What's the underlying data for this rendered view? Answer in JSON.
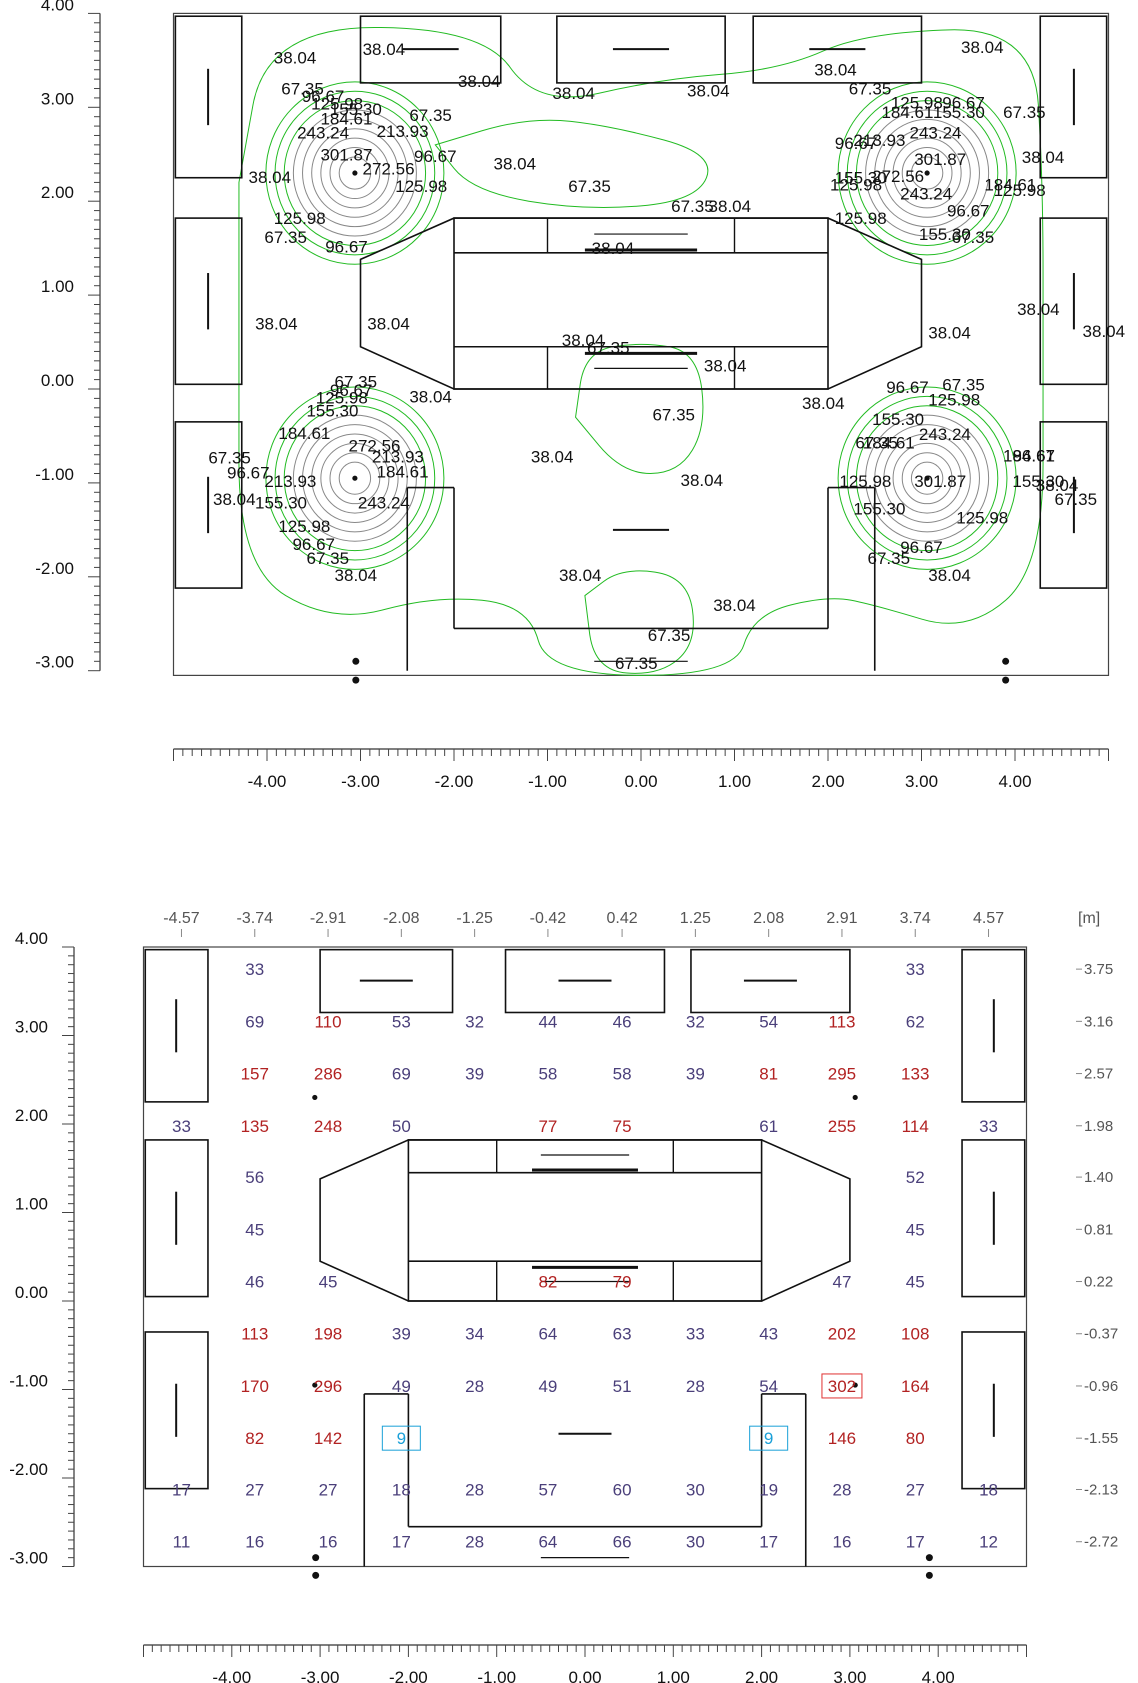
{
  "upper_plot": {
    "y_ticks": [
      "4.00",
      "3.00",
      "2.00",
      "1.00",
      "0.00",
      "-1.00",
      "-2.00",
      "-3.00"
    ],
    "x_ticks": [
      "-4.00",
      "-3.00",
      "-2.00",
      "-1.00",
      "0.00",
      "1.00",
      "2.00",
      "3.00",
      "4.00"
    ],
    "isoline_levels": [
      "38.04",
      "67.35",
      "96.67",
      "125.98",
      "155.30",
      "184.61",
      "213.93",
      "243.24",
      "272.56",
      "301.87"
    ],
    "luminaires_xy": [
      [
        -3.06,
        2.3
      ],
      [
        3.06,
        2.3
      ],
      [
        -3.06,
        -0.95
      ],
      [
        3.06,
        -0.95
      ]
    ],
    "labels": [
      {
        "text": "38.04",
        "x": -3.7,
        "y": 3.53
      },
      {
        "text": "38.04",
        "x": -2.75,
        "y": 3.62
      },
      {
        "text": "38.04",
        "x": -1.73,
        "y": 3.28
      },
      {
        "text": "38.04",
        "x": -0.72,
        "y": 3.15
      },
      {
        "text": "38.04",
        "x": 0.72,
        "y": 3.18
      },
      {
        "text": "38.04",
        "x": 2.08,
        "y": 3.4
      },
      {
        "text": "38.04",
        "x": 3.65,
        "y": 3.64
      },
      {
        "text": "38.04",
        "x": 4.3,
        "y": 2.47
      },
      {
        "text": "38.04",
        "x": -3.97,
        "y": 2.26
      },
      {
        "text": "38.04",
        "x": -1.35,
        "y": 2.4
      },
      {
        "text": "38.04",
        "x": 0.95,
        "y": 1.95
      },
      {
        "text": "38.04",
        "x": -0.3,
        "y": 1.5
      },
      {
        "text": "38.04",
        "x": -3.9,
        "y": 0.7
      },
      {
        "text": "38.04",
        "x": -2.7,
        "y": 0.7
      },
      {
        "text": "38.04",
        "x": -0.62,
        "y": 0.52
      },
      {
        "text": "38.04",
        "x": 0.9,
        "y": 0.25
      },
      {
        "text": "38.04",
        "x": 3.3,
        "y": 0.6
      },
      {
        "text": "38.04",
        "x": 4.25,
        "y": 0.85
      },
      {
        "text": "38.04",
        "x": 4.95,
        "y": 0.62
      },
      {
        "text": "38.04",
        "x": -2.25,
        "y": -0.08
      },
      {
        "text": "38.04",
        "x": 1.95,
        "y": -0.15
      },
      {
        "text": "38.04",
        "x": -0.95,
        "y": -0.72
      },
      {
        "text": "38.04",
        "x": 0.65,
        "y": -0.97
      },
      {
        "text": "38.04",
        "x": -4.35,
        "y": -1.17
      },
      {
        "text": "38.04",
        "x": 4.45,
        "y": -1.02
      },
      {
        "text": "38.04",
        "x": -0.65,
        "y": -1.98
      },
      {
        "text": "38.04",
        "x": 1.0,
        "y": -2.3
      },
      {
        "text": "38.04",
        "x": -3.05,
        "y": -1.98
      },
      {
        "text": "38.04",
        "x": 3.3,
        "y": -1.98
      },
      {
        "text": "67.35",
        "x": -3.62,
        "y": 3.2
      },
      {
        "text": "67.35",
        "x": -2.25,
        "y": 2.92
      },
      {
        "text": "67.35",
        "x": -0.55,
        "y": 2.16
      },
      {
        "text": "67.35",
        "x": 0.55,
        "y": 1.95
      },
      {
        "text": "67.35",
        "x": 2.45,
        "y": 3.2
      },
      {
        "text": "67.35",
        "x": 4.1,
        "y": 2.95
      },
      {
        "text": "67.35",
        "x": -3.8,
        "y": 1.62
      },
      {
        "text": "67.35",
        "x": 3.55,
        "y": 1.62
      },
      {
        "text": "67.35",
        "x": -0.35,
        "y": 0.44
      },
      {
        "text": "67.35",
        "x": -3.05,
        "y": 0.08
      },
      {
        "text": "67.35",
        "x": 3.45,
        "y": 0.05
      },
      {
        "text": "67.35",
        "x": 0.35,
        "y": -0.27
      },
      {
        "text": "67.35",
        "x": -4.4,
        "y": -0.73
      },
      {
        "text": "67.35",
        "x": 2.52,
        "y": -0.57
      },
      {
        "text": "67.35",
        "x": 4.65,
        "y": -1.17
      },
      {
        "text": "67.35",
        "x": -3.35,
        "y": -1.8
      },
      {
        "text": "67.35",
        "x": 2.65,
        "y": -1.8
      },
      {
        "text": "67.35",
        "x": 0.3,
        "y": -2.62
      },
      {
        "text": "67.35",
        "x": -0.05,
        "y": -2.92
      },
      {
        "text": "96.67",
        "x": -3.4,
        "y": 3.12
      },
      {
        "text": "96.67",
        "x": -2.2,
        "y": 2.48
      },
      {
        "text": "96.67",
        "x": -3.15,
        "y": 1.52
      },
      {
        "text": "96.67",
        "x": 3.45,
        "y": 3.05
      },
      {
        "text": "96.67",
        "x": 2.3,
        "y": 2.62
      },
      {
        "text": "96.67",
        "x": 3.5,
        "y": 1.9
      },
      {
        "text": "96.67",
        "x": -3.1,
        "y": -0.01
      },
      {
        "text": "96.67",
        "x": 2.85,
        "y": 0.02
      },
      {
        "text": "96.67",
        "x": -4.2,
        "y": -0.89
      },
      {
        "text": "96.67",
        "x": 4.2,
        "y": -0.71
      },
      {
        "text": "96.67",
        "x": -3.5,
        "y": -1.65
      },
      {
        "text": "96.67",
        "x": 3.0,
        "y": -1.68
      },
      {
        "text": "125.98",
        "x": -3.25,
        "y": 3.04
      },
      {
        "text": "125.98",
        "x": -2.35,
        "y": 2.16
      },
      {
        "text": "125.98",
        "x": -3.65,
        "y": 1.82
      },
      {
        "text": "125.98",
        "x": 2.95,
        "y": 3.05
      },
      {
        "text": "125.98",
        "x": 2.3,
        "y": 2.18
      },
      {
        "text": "125.98",
        "x": 2.35,
        "y": 1.82
      },
      {
        "text": "125.98",
        "x": 4.05,
        "y": 2.12
      },
      {
        "text": "125.98",
        "x": -3.2,
        "y": -0.09
      },
      {
        "text": "125.98",
        "x": 3.35,
        "y": -0.11
      },
      {
        "text": "125.98",
        "x": 2.4,
        "y": -0.98
      },
      {
        "text": "125.98",
        "x": 3.65,
        "y": -1.37
      },
      {
        "text": "125.98",
        "x": -3.6,
        "y": -1.46
      },
      {
        "text": "155.30",
        "x": -3.05,
        "y": 2.98
      },
      {
        "text": "155.30",
        "x": 3.4,
        "y": 2.95
      },
      {
        "text": "155.30",
        "x": 2.35,
        "y": 2.25
      },
      {
        "text": "155.30",
        "x": 3.25,
        "y": 1.65
      },
      {
        "text": "155.30",
        "x": -3.3,
        "y": -0.23
      },
      {
        "text": "155.30",
        "x": 2.75,
        "y": -0.32
      },
      {
        "text": "155.30",
        "x": 4.25,
        "y": -0.98
      },
      {
        "text": "155.30",
        "x": -3.85,
        "y": -1.21
      },
      {
        "text": "155.30",
        "x": 2.55,
        "y": -1.27
      },
      {
        "text": "184.61",
        "x": -3.15,
        "y": 2.88
      },
      {
        "text": "184.61",
        "x": 2.85,
        "y": 2.95
      },
      {
        "text": "184.61",
        "x": 3.95,
        "y": 2.18
      },
      {
        "text": "184.61",
        "x": -3.6,
        "y": -0.47
      },
      {
        "text": "184.61",
        "x": -2.55,
        "y": -0.88
      },
      {
        "text": "184.61",
        "x": 4.15,
        "y": -0.71
      },
      {
        "text": "184.61",
        "x": 2.65,
        "y": -0.57
      },
      {
        "text": "213.93",
        "x": -2.55,
        "y": 2.75
      },
      {
        "text": "213.93",
        "x": 2.55,
        "y": 2.65
      },
      {
        "text": "213.93",
        "x": -2.6,
        "y": -0.72
      },
      {
        "text": "213.93",
        "x": -3.75,
        "y": -0.98
      },
      {
        "text": "243.24",
        "x": -3.4,
        "y": 2.73
      },
      {
        "text": "243.24",
        "x": 3.15,
        "y": 2.73
      },
      {
        "text": "243.24",
        "x": 3.05,
        "y": 2.08
      },
      {
        "text": "243.24",
        "x": 3.25,
        "y": -0.48
      },
      {
        "text": "243.24",
        "x": -2.75,
        "y": -1.21
      },
      {
        "text": "272.56",
        "x": -2.7,
        "y": 2.35
      },
      {
        "text": "272.56",
        "x": 2.75,
        "y": 2.27
      },
      {
        "text": "272.56",
        "x": -2.85,
        "y": -0.6
      },
      {
        "text": "301.87",
        "x": -3.15,
        "y": 2.5
      },
      {
        "text": "301.87",
        "x": 3.2,
        "y": 2.45
      },
      {
        "text": "301.87",
        "x": 3.2,
        "y": -0.98
      }
    ]
  },
  "lower_plot": {
    "y_ticks": [
      "4.00",
      "3.00",
      "2.00",
      "1.00",
      "0.00",
      "-1.00",
      "-2.00",
      "-3.00"
    ],
    "x_ticks": [
      "-4.00",
      "-3.00",
      "-2.00",
      "-1.00",
      "0.00",
      "1.00",
      "2.00",
      "3.00",
      "4.00"
    ],
    "grid_x_labels": [
      "-4.57",
      "-3.74",
      "-2.91",
      "-2.08",
      "-1.25",
      "-0.42",
      "0.42",
      "1.25",
      "2.08",
      "2.91",
      "3.74",
      "4.57"
    ],
    "unit_label": "[m]",
    "grid_y_labels": [
      "3.75",
      "3.16",
      "2.57",
      "1.98",
      "1.40",
      "0.81",
      "0.22",
      "-0.37",
      "-0.96",
      "-1.55",
      "-2.13",
      "-2.72"
    ],
    "grid_values": [
      [
        "",
        "33",
        "",
        "",
        "",
        "",
        "",
        "",
        "",
        "",
        "33",
        ""
      ],
      [
        "",
        "69",
        "110",
        "53",
        "32",
        "44",
        "46",
        "32",
        "54",
        "113",
        "62",
        ""
      ],
      [
        "",
        "157",
        "286",
        "69",
        "39",
        "58",
        "58",
        "39",
        "81",
        "295",
        "133",
        ""
      ],
      [
        "33",
        "135",
        "248",
        "50",
        "",
        "77",
        "75",
        "",
        "61",
        "255",
        "114",
        "33"
      ],
      [
        "",
        "56",
        "",
        "",
        "",
        "",
        "",
        "",
        "",
        "",
        "52",
        ""
      ],
      [
        "",
        "45",
        "",
        "",
        "",
        "",
        "",
        "",
        "",
        "",
        "45",
        ""
      ],
      [
        "",
        "46",
        "45",
        "",
        "",
        "82",
        "79",
        "",
        "",
        "47",
        "45",
        ""
      ],
      [
        "",
        "113",
        "198",
        "39",
        "34",
        "64",
        "63",
        "33",
        "43",
        "202",
        "108",
        ""
      ],
      [
        "",
        "170",
        "296",
        "49",
        "28",
        "49",
        "51",
        "28",
        "54",
        "302",
        "164",
        ""
      ],
      [
        "",
        "82",
        "142",
        "9",
        "",
        "",
        "",
        "",
        "9",
        "146",
        "80",
        ""
      ],
      [
        "17",
        "27",
        "27",
        "18",
        "28",
        "57",
        "60",
        "30",
        "19",
        "28",
        "27",
        "18"
      ],
      [
        "11",
        "16",
        "16",
        "17",
        "28",
        "64",
        "66",
        "30",
        "17",
        "16",
        "17",
        "12"
      ]
    ],
    "min_cells": [
      [
        9,
        3
      ],
      [
        9,
        8
      ]
    ],
    "max_cell": [
      8,
      9
    ]
  },
  "colors": {
    "isoline": "#22bb22",
    "isoline_dark": "#888888",
    "high_value": "#b22222",
    "low_value": "#4a3f7a",
    "min_marker": "#1aa0d8",
    "max_marker": "#e03030"
  }
}
